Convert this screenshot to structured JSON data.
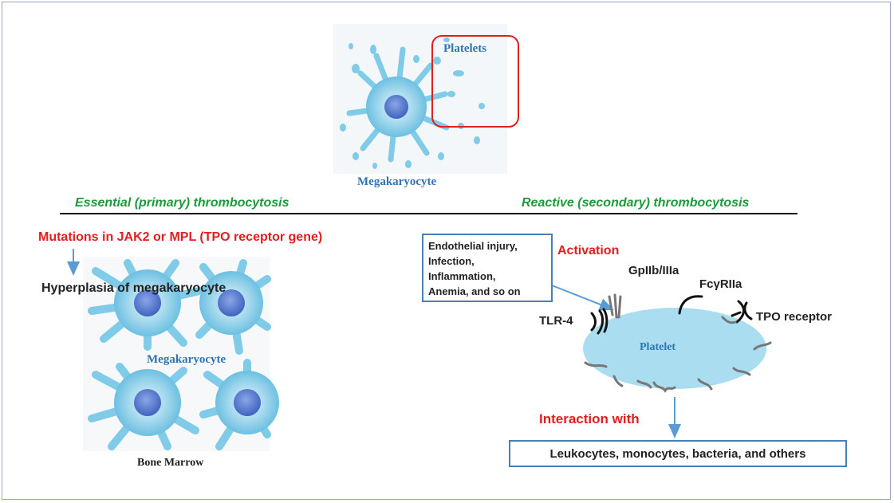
{
  "top": {
    "platelets_label": "Platelets",
    "megakaryocyte_label": "Megakaryocyte"
  },
  "essential": {
    "title": "Essential (primary) thrombocytosis",
    "mutation_text": "Mutations in JAK2 or MPL (TPO receptor gene)",
    "hyperplasia_text": "Hyperplasia of megakaryocyte",
    "megakaryocyte_label": "Megakaryocyte",
    "bone_marrow_label": "Bone Marrow"
  },
  "reactive": {
    "title": "Reactive (secondary) thrombocytosis",
    "causes": [
      "Endothelial injury,",
      "Infection,",
      "Inflammation,",
      "Anemia, and so on"
    ],
    "activation_label": "Activation",
    "platelet_label": "Platelet",
    "receptors": {
      "gp": "GpIIb/IIIa",
      "fc": "FcγRIIa",
      "tlr": "TLR-4",
      "tpo": "TPO receptor"
    },
    "interaction_label": "Interaction with",
    "targets_text": "Leukocytes, monocytes, bacteria, and others"
  },
  "colors": {
    "cell_fill": "#a9ddef",
    "nucleus": "#5a7fd0",
    "accent_red": "#e02020",
    "accent_green": "#1e9a3c",
    "arrow_blue": "#5b9bd5"
  }
}
